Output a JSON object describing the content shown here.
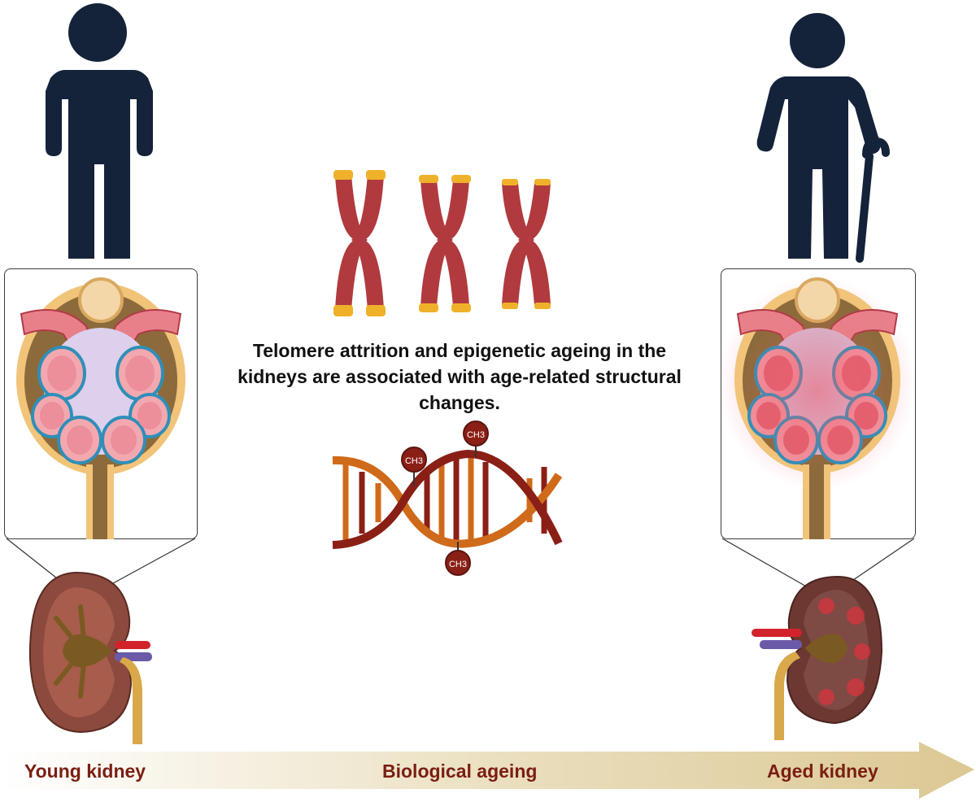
{
  "caption": "Telomere attrition and epigenetic ageing in the kidneys are associated with age-related structural changes.",
  "methyl_tags": [
    "CH3",
    "CH3",
    "CH3"
  ],
  "timeline": {
    "start_label": "Young kidney",
    "middle_label": "Biological ageing",
    "end_label": "Aged kidney"
  },
  "colors": {
    "silhouette": "#14223a",
    "chromosome": "#b03a3e",
    "telomere": "#f0b12a",
    "dna_dark": "#8a1f16",
    "dna_orange": "#d06a1b",
    "kidney": "#8c4a3e",
    "arrow": "#e2d3a6",
    "label_text": "#7a1e12"
  }
}
